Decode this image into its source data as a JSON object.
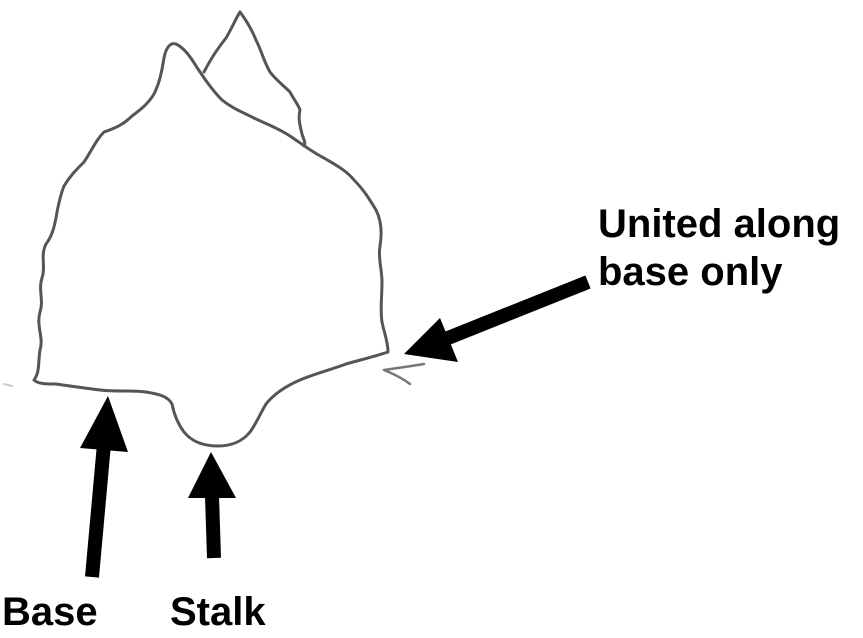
{
  "labels": {
    "united_line1": "United along",
    "united_line2": "base only",
    "base": "Base",
    "stalk": "Stalk"
  },
  "colors": {
    "outline": "#555555",
    "arrow": "#000000",
    "text": "#000000",
    "background": "#ffffff"
  }
}
